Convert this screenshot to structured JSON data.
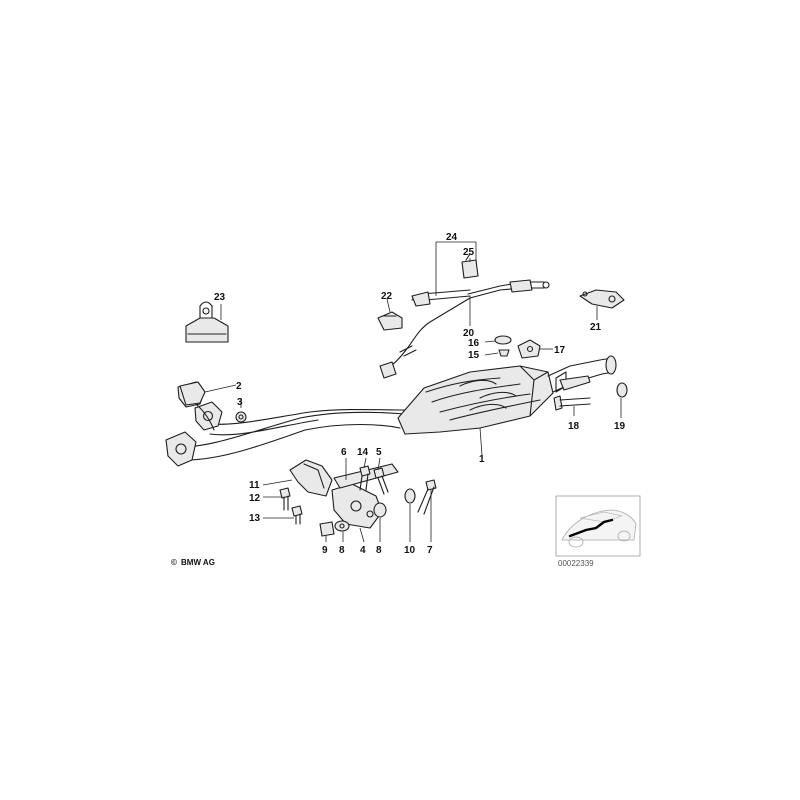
{
  "callouts": {
    "c1": "1",
    "c2": "2",
    "c3": "3",
    "c4": "4",
    "c5": "5",
    "c6": "6",
    "c7": "7",
    "c8a": "8",
    "c8b": "8",
    "c9": "9",
    "c10": "10",
    "c11": "11",
    "c12": "12",
    "c13": "13",
    "c14": "14",
    "c15": "15",
    "c16": "16",
    "c17": "17",
    "c18": "18",
    "c19": "19",
    "c20": "20",
    "c21": "21",
    "c22": "22",
    "c23": "23",
    "c24": "24",
    "c25": "25"
  },
  "copyright": "BMW AG",
  "copyright_symbol": "©",
  "diagram_number": "00022339",
  "colors": {
    "line": "#1e1e1e",
    "shade": "#e9e9e9",
    "background": "#ffffff"
  }
}
